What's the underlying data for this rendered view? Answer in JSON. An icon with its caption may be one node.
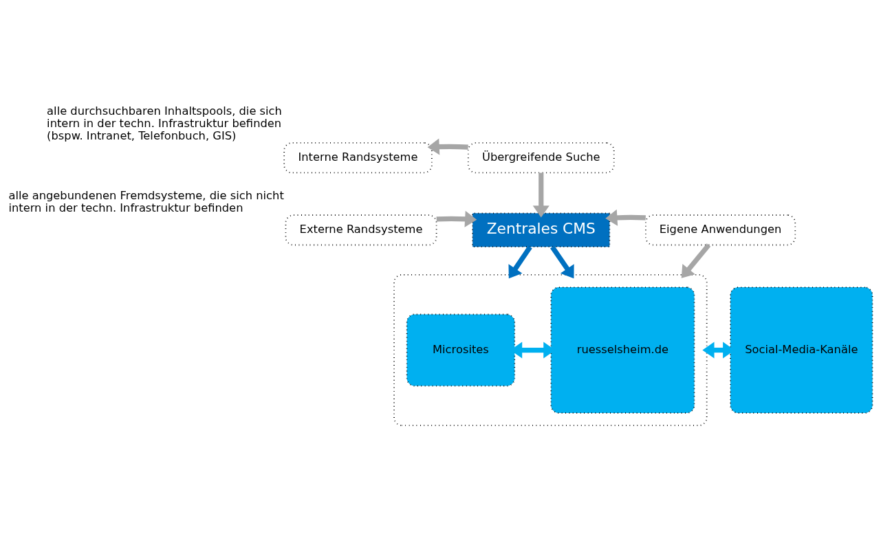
{
  "diagram": {
    "nodes": [
      {
        "text": [
          "Interne Randsysteme"
        ],
        "beside": [
          "alle durchsuchbaren Inhaltspools, die sich intern in der techn. Infrastruktur befinden (bspw. Intranet, Telefonbuch, GIS)"
        ]
      },
      {
        "text": [
          "Übergreifende Suche"
        ]
      },
      {
        "text": [
          "Externe Randsysteme"
        ],
        "beside": [
          "alle angebundenen Fremdsysteme, die sich nicht intern in der techn. Infrastruktur befinden"
        ]
      },
      {
        "text": [
          "Zentrales CMS"
        ]
      },
      {
        "text": [
          "Eigene Anwendungen"
        ]
      },
      {
        "text": [],
        "shape": "box"
      },
      {
        "text": [
          "Microsites"
        ],
        "in": 5
      },
      {
        "text": [
          "ruesselsheim.de"
        ],
        "in": 5
      },
      {
        "text": [
          "Social-Media-Kanäle"
        ]
      }
    ],
    "edges": [
      {
        "from": 1,
        "to": 0,
        "arrow": "to"
      },
      {
        "from": 1,
        "to": 3,
        "arrow": "to"
      },
      {
        "from": 2,
        "to": 3,
        "arrow": "to"
      },
      {
        "from": 4,
        "to": 3,
        "arrow": "to"
      },
      {
        "from": 3,
        "to": 5,
        "arrow": "to",
        "color": "#0070c0"
      },
      {
        "from": 3,
        "to": 5,
        "arrow": "to",
        "color": "#0070c0"
      },
      {
        "from": 4,
        "to": 5,
        "arrow": "to"
      },
      {
        "from": 6,
        "to": 7,
        "arrow": "both",
        "color": "#00b0f0"
      },
      {
        "from": 5,
        "to": 8,
        "arrow": "both",
        "color": "#00b0f0"
      }
    ]
  }
}
